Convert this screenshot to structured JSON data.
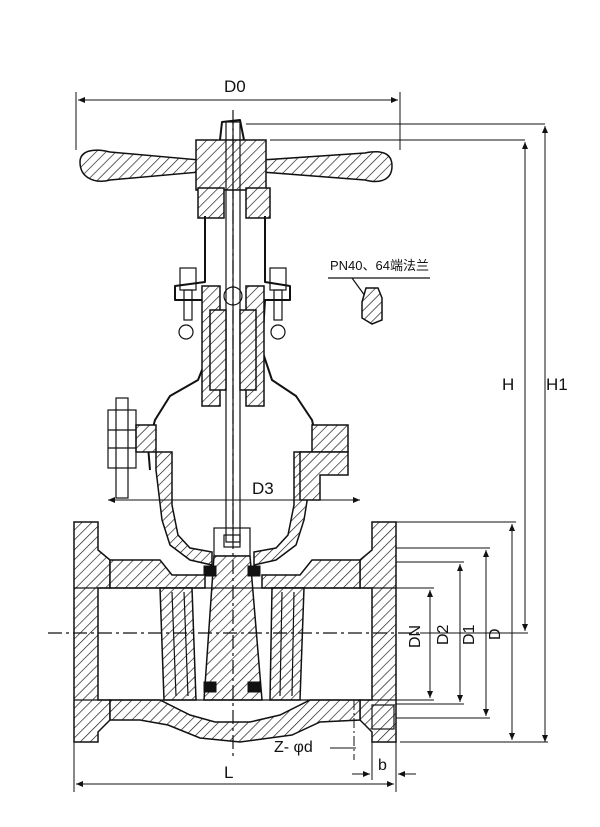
{
  "labels": {
    "d0": "D0",
    "d3": "D3",
    "h": "H",
    "h1": "H1",
    "dn": "DN",
    "d2": "D2",
    "d1": "D1",
    "d": "D",
    "l": "L",
    "b": "b",
    "bolt": "Z- φd",
    "note": "PN40、64端法兰"
  },
  "colors": {
    "ink": "#111111",
    "paper": "#ffffff"
  }
}
